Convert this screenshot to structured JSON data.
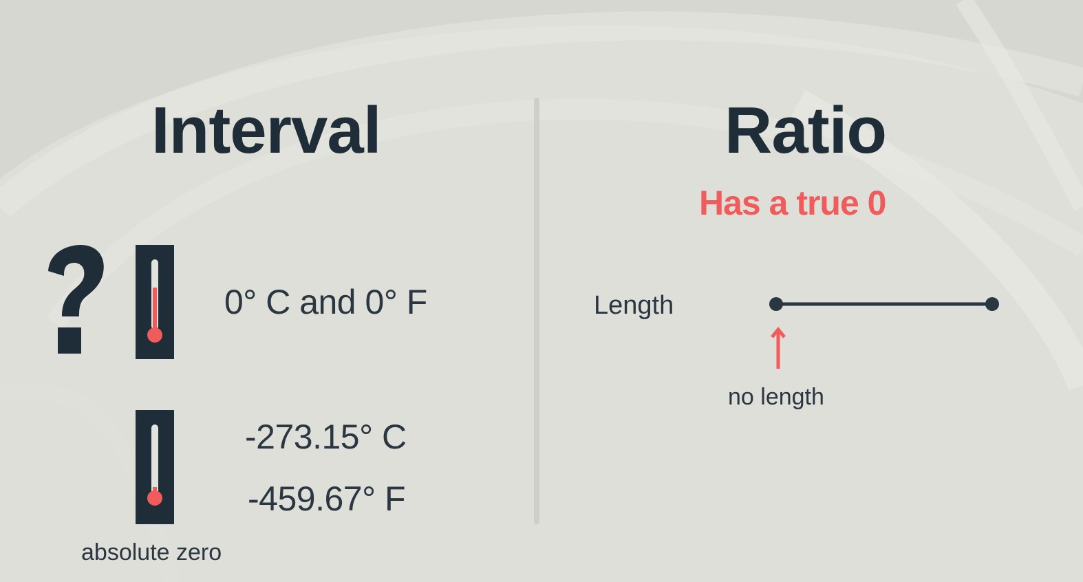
{
  "left": {
    "title": "Interval",
    "zero_text": "0° C and 0° F",
    "abs_zero_c": "-273.15° C",
    "abs_zero_f": "-459.67° F",
    "abs_zero_label": "absolute zero",
    "icons": [
      "question-mark-icon",
      "thermometer-icon",
      "thermometer-icon"
    ]
  },
  "right": {
    "title": "Ratio",
    "subtitle": "Has a true 0",
    "length_label": "Length",
    "no_length_label": "no length",
    "icons": [
      "line-segment-icon",
      "up-arrow-icon"
    ]
  },
  "colors": {
    "background": "#dfdfd9",
    "dark": "#1f2d38",
    "accent_red": "#f05b5b"
  }
}
